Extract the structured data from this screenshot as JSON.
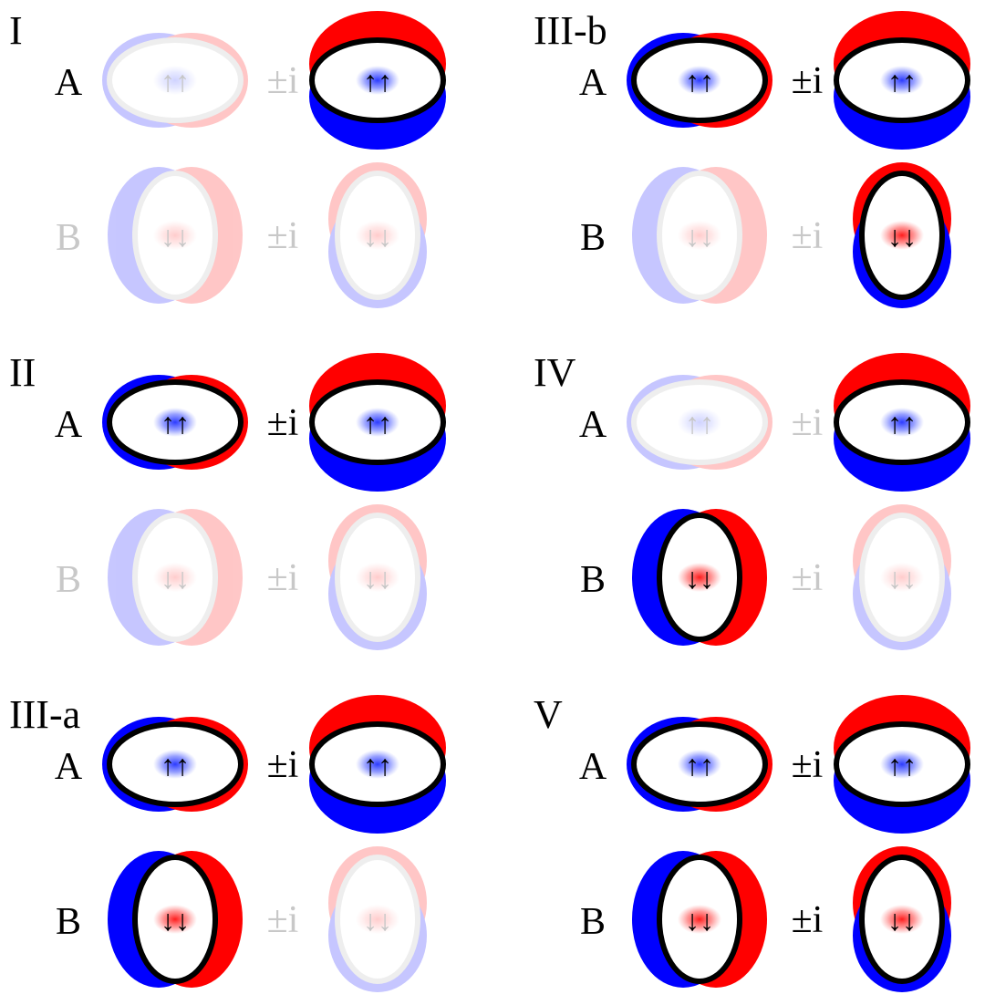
{
  "colors": {
    "positive_lobe": "#ff0000",
    "negative_lobe": "#0000ff",
    "outline": "#000000",
    "dim_outline": "#b3b3b3",
    "text": "#000000",
    "dim_text": "#c8c8c8"
  },
  "symbols": {
    "plus_minus_i": "±i",
    "spin_up": "↑↑",
    "spin_down": "↓↓"
  },
  "panels": [
    {
      "id": "I",
      "label": "I",
      "rows": [
        {
          "site": "A",
          "active": false,
          "left_active": false,
          "right_active": true
        },
        {
          "site": "B",
          "active": false,
          "left_active": false,
          "right_active": false
        }
      ]
    },
    {
      "id": "III-b",
      "label": "III-b",
      "rows": [
        {
          "site": "A",
          "active": true,
          "left_active": true,
          "right_active": true
        },
        {
          "site": "B",
          "active": false,
          "left_active": false,
          "right_active": true
        }
      ]
    },
    {
      "id": "II",
      "label": "II",
      "rows": [
        {
          "site": "A",
          "active": true,
          "left_active": true,
          "right_active": true
        },
        {
          "site": "B",
          "active": false,
          "left_active": false,
          "right_active": false
        }
      ]
    },
    {
      "id": "IV",
      "label": "IV",
      "rows": [
        {
          "site": "A",
          "active": false,
          "left_active": false,
          "right_active": true
        },
        {
          "site": "B",
          "active": false,
          "left_active": true,
          "right_active": false
        }
      ]
    },
    {
      "id": "III-a",
      "label": "III-a",
      "rows": [
        {
          "site": "A",
          "active": true,
          "left_active": true,
          "right_active": true
        },
        {
          "site": "B",
          "active": false,
          "left_active": true,
          "right_active": false
        }
      ]
    },
    {
      "id": "V",
      "label": "V",
      "rows": [
        {
          "site": "A",
          "active": true,
          "left_active": true,
          "right_active": true
        },
        {
          "site": "B",
          "active": true,
          "left_active": true,
          "right_active": true
        }
      ]
    }
  ]
}
